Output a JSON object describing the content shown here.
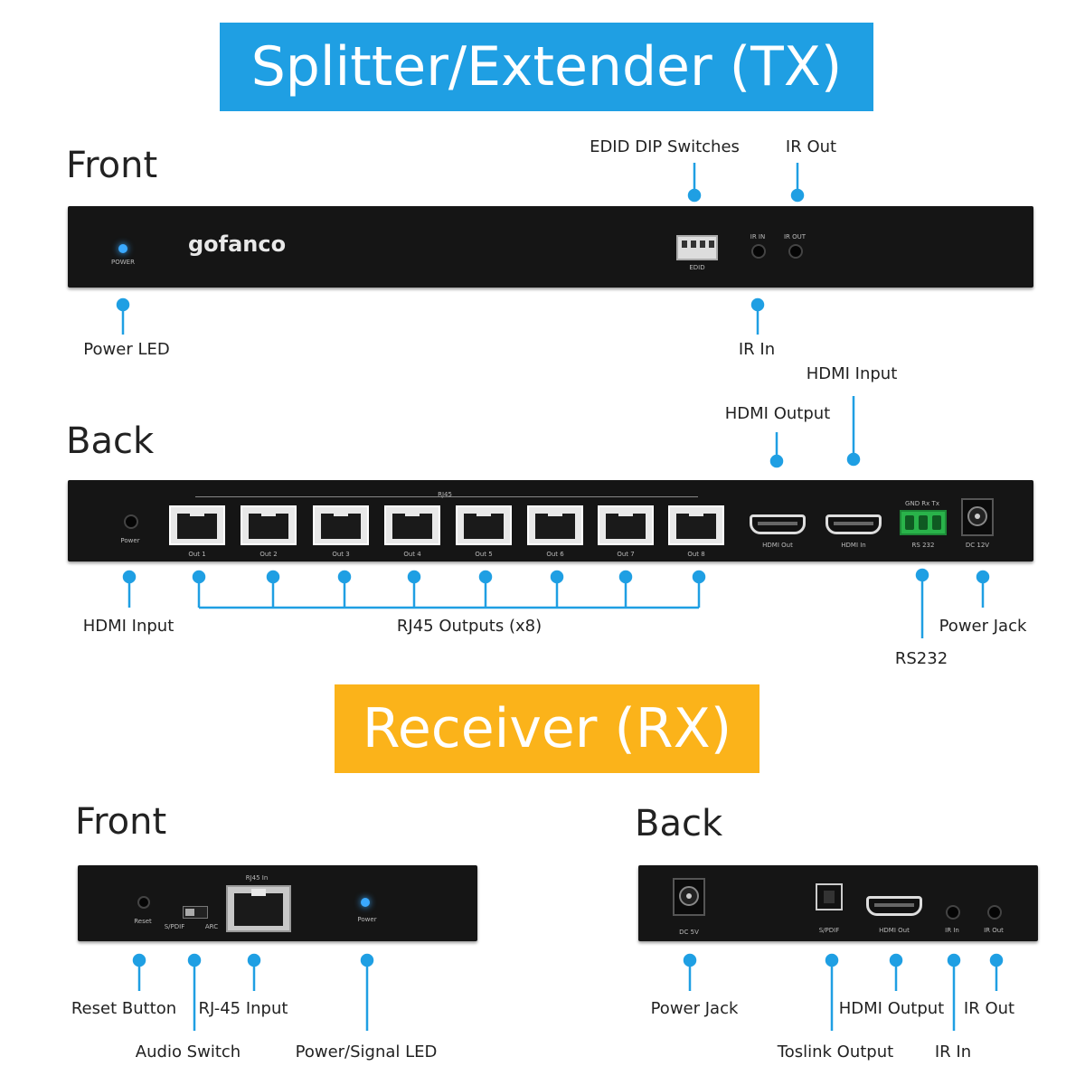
{
  "colors": {
    "accent_blue": "#1f9fe3",
    "accent_orange": "#fbb31a",
    "device": "#151515",
    "led": "#3aa9ff"
  },
  "tx": {
    "title": "Splitter/Extender (TX)",
    "front": {
      "heading": "Front",
      "brand": "gofanco",
      "panel_text": {
        "power": "POWER",
        "ir_in": "IR IN",
        "ir_out": "IR OUT",
        "edid": "EDID"
      },
      "labels": {
        "edid": "EDID DIP Switches",
        "ir_out": "IR Out",
        "power_led": "Power LED",
        "ir_in": "IR In"
      }
    },
    "back": {
      "heading": "Back",
      "panel_text": {
        "power": "Power",
        "rj45": "RJ45",
        "ports": [
          "Out 1",
          "Out 2",
          "Out 3",
          "Out 4",
          "Out 5",
          "Out 6",
          "Out 7",
          "Out 8"
        ],
        "hdmi_out": "HDMI Out",
        "hdmi_in": "HDMI In",
        "rs232": "RS 232",
        "rs232_pins": "GND Rx Tx",
        "dc": "DC 12V"
      },
      "labels": {
        "hdmi_input_top": "HDMI Input",
        "hdmi_output": "HDMI Output",
        "hdmi_input_left": "HDMI Input",
        "rj45_outputs": "RJ45 Outputs (x8)",
        "power_jack": "Power Jack",
        "rs232": "RS232"
      }
    }
  },
  "rx": {
    "title": "Receiver (RX)",
    "front": {
      "heading": "Front",
      "panel_text": {
        "reset": "Reset",
        "spdif": "S/PDIF",
        "arc": "ARC",
        "rj45_in": "RJ45 In",
        "power": "Power"
      },
      "labels": {
        "reset_button": "Reset Button",
        "rj45_input": "RJ-45 Input",
        "audio_switch": "Audio Switch",
        "power_signal_led": "Power/Signal LED"
      }
    },
    "back": {
      "heading": "Back",
      "panel_text": {
        "dc": "DC 5V",
        "spdif": "S/PDIF",
        "hdmi_out": "HDMI Out",
        "ir_in": "IR In",
        "ir_out": "IR Out"
      },
      "labels": {
        "power_jack": "Power Jack",
        "hdmi_output": "HDMI Output",
        "ir_out": "IR Out",
        "toslink_output": "Toslink Output",
        "ir_in": "IR In"
      }
    }
  }
}
